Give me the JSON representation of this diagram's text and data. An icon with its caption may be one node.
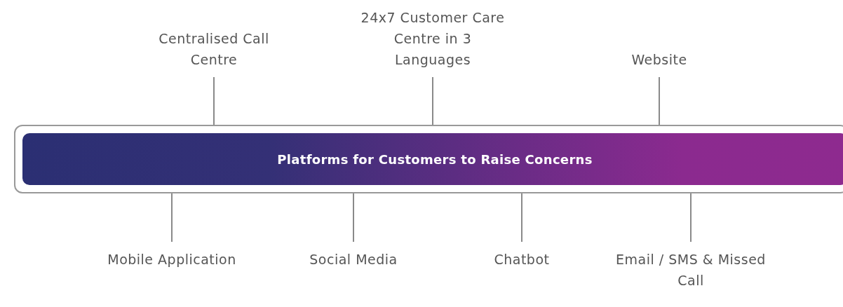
{
  "diagram": {
    "nodes": [
      {
        "text": [
          "Platforms for Customers to Raise Concerns"
        ]
      },
      {
        "text": [
          "Centralised Call Centre"
        ]
      },
      {
        "text": [
          "24x7 Customer Care Centre in 3 Languages"
        ]
      },
      {
        "text": [
          "Website"
        ]
      },
      {
        "text": [
          "Mobile Application"
        ]
      },
      {
        "text": [
          "Social Media"
        ]
      },
      {
        "text": [
          "Chatbot"
        ]
      },
      {
        "text": [
          "Email / SMS & Missed Call"
        ]
      }
    ],
    "edges": [
      {
        "from": 1,
        "to": 0,
        "arrow": "none"
      },
      {
        "from": 2,
        "to": 0,
        "arrow": "none"
      },
      {
        "from": 3,
        "to": 0,
        "arrow": "none"
      },
      {
        "from": 0,
        "to": 4,
        "arrow": "none"
      },
      {
        "from": 0,
        "to": 5,
        "arrow": "none"
      },
      {
        "from": 0,
        "to": 6,
        "arrow": "none"
      },
      {
        "from": 0,
        "to": 7,
        "arrow": "none"
      }
    ]
  }
}
